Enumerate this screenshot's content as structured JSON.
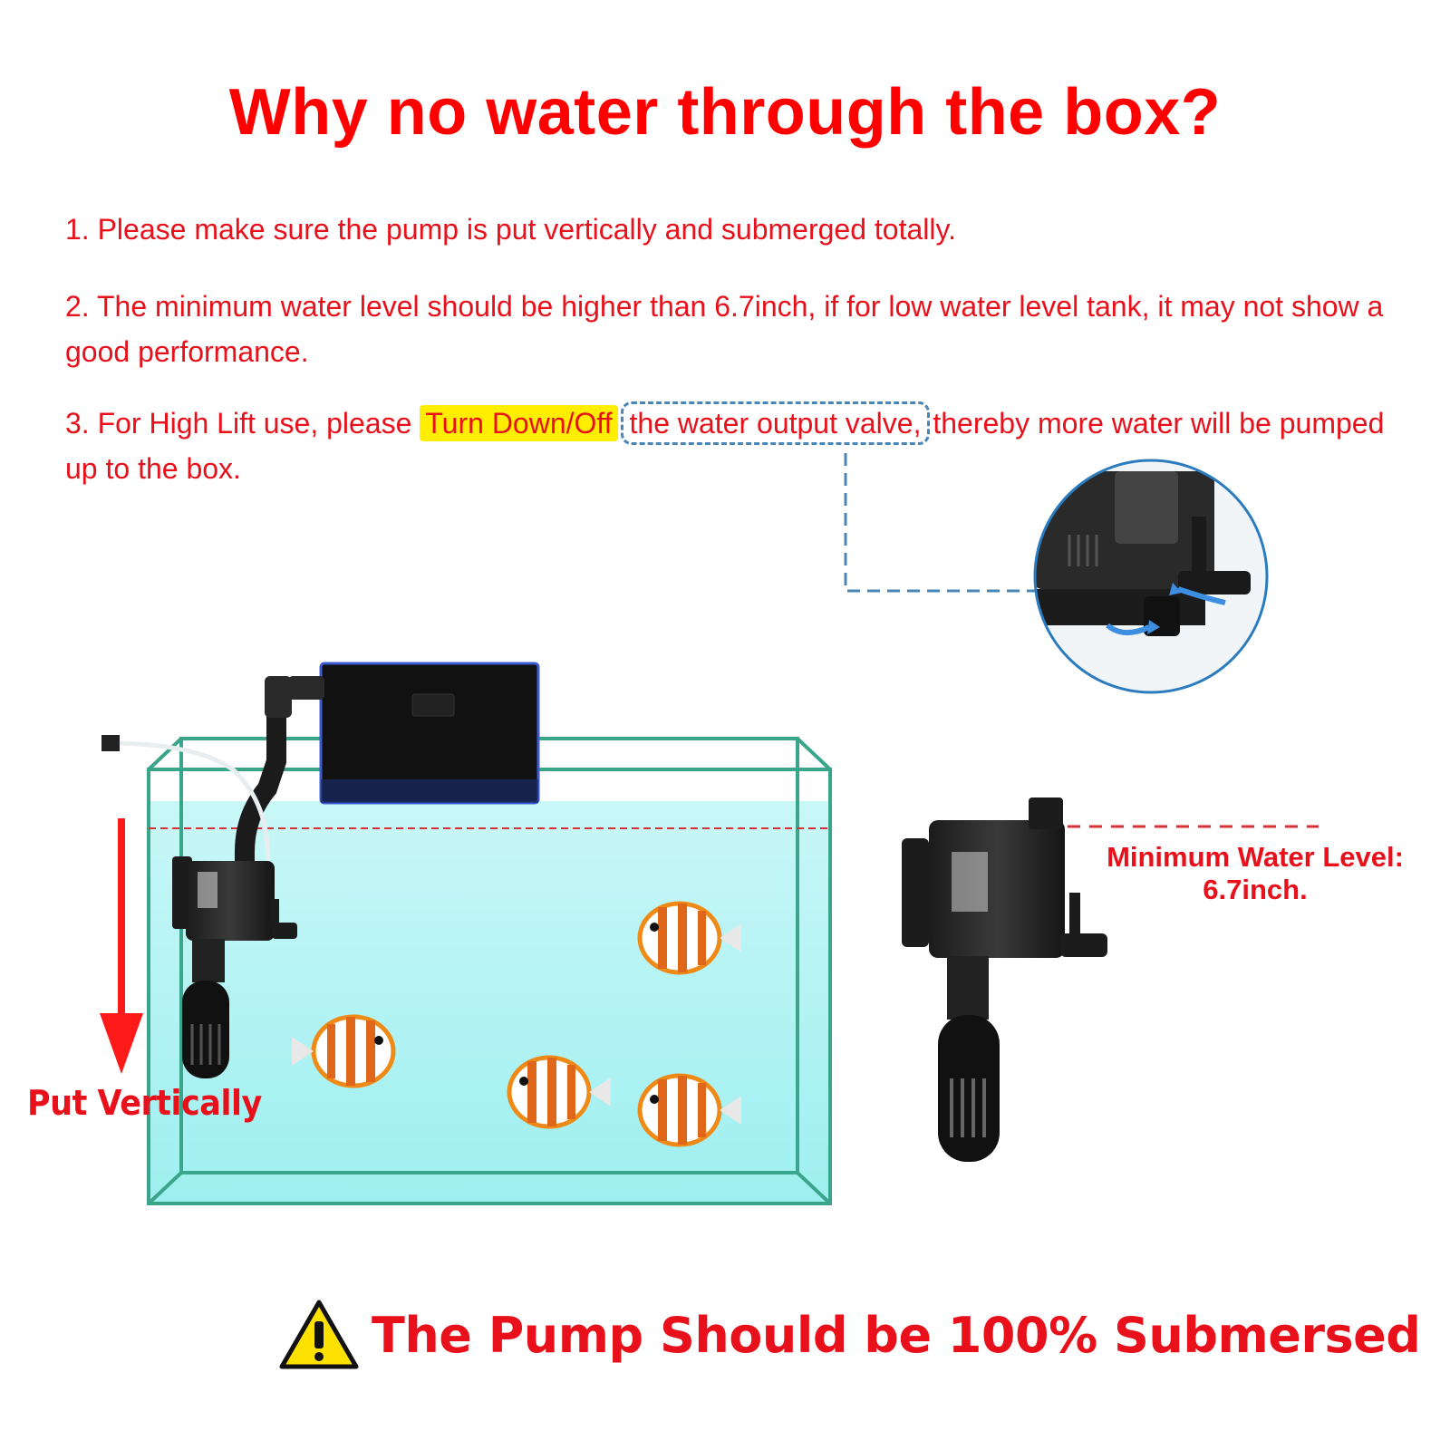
{
  "title": "Why no water through the box?",
  "tips": {
    "tip1": "1. Please make sure the pump is put vertically and submerged totally.",
    "tip2": "2. The minimum water level should be higher than 6.7inch, if for low water level tank, it may not show a good performance.",
    "tip3_prefix": "3. For High Lift use, please ",
    "tip3_highlight": "Turn Down/Off",
    "tip3_boxed": "the water output valve,",
    "tip3_suffix": " thereby more water will be pumped up to the box."
  },
  "labels": {
    "put_vertically": "Put Vertically",
    "min_level_line1": "Minimum Water Level:",
    "min_level_line2": "6.7inch."
  },
  "bottom_note": "The Pump Should be 100% Submersed",
  "colors": {
    "title_red": "#ff0000",
    "text_red": "#e8111b",
    "highlight_yellow": "#ffee00",
    "dash_blue": "#4a86b5",
    "water": "#aef3f4",
    "tank_edge": "#3aa58a"
  },
  "icons": [
    "warning-icon",
    "down-arrow-icon",
    "rotate-arrow-icon"
  ]
}
